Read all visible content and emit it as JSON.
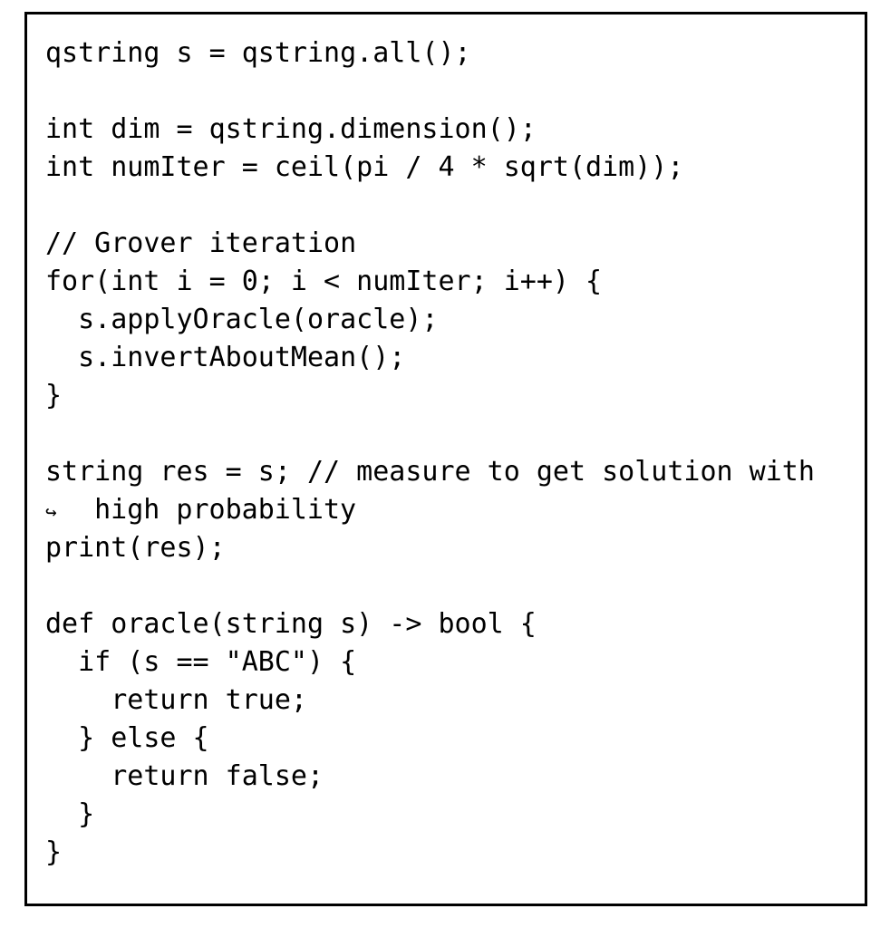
{
  "figure": {
    "kind": "code-listing",
    "language_style": "pseudocode",
    "border_color": "#000000",
    "background_color": "#ffffff",
    "text_color": "#000000",
    "wrap_marker_glyph": "↪"
  },
  "code": {
    "lines": [
      {
        "text": "qstring s = qstring.all();",
        "type": "code"
      },
      {
        "text": "",
        "type": "blank"
      },
      {
        "text": "int dim = qstring.dimension();",
        "type": "code"
      },
      {
        "text": "int numIter = ceil(pi / 4 * sqrt(dim));",
        "type": "code"
      },
      {
        "text": "",
        "type": "blank"
      },
      {
        "text": "// Grover iteration",
        "type": "code"
      },
      {
        "text": "for(int i = 0; i < numIter; i++) {",
        "type": "code"
      },
      {
        "text": "  s.applyOracle(oracle);",
        "type": "code"
      },
      {
        "text": "  s.invertAboutMean();",
        "type": "code"
      },
      {
        "text": "}",
        "type": "code"
      },
      {
        "text": "",
        "type": "blank"
      },
      {
        "text": "string res = s; // measure to get solution with",
        "type": "code"
      },
      {
        "text": "  high probability",
        "type": "wrap"
      },
      {
        "text": "print(res);",
        "type": "code"
      },
      {
        "text": "",
        "type": "blank"
      },
      {
        "text": "def oracle(string s) -> bool {",
        "type": "code"
      },
      {
        "text": "  if (s == \"ABC\") {",
        "type": "code"
      },
      {
        "text": "    return true;",
        "type": "code"
      },
      {
        "text": "  } else {",
        "type": "code"
      },
      {
        "text": "    return false;",
        "type": "code"
      },
      {
        "text": "  }",
        "type": "code"
      },
      {
        "text": "}",
        "type": "code"
      }
    ]
  }
}
